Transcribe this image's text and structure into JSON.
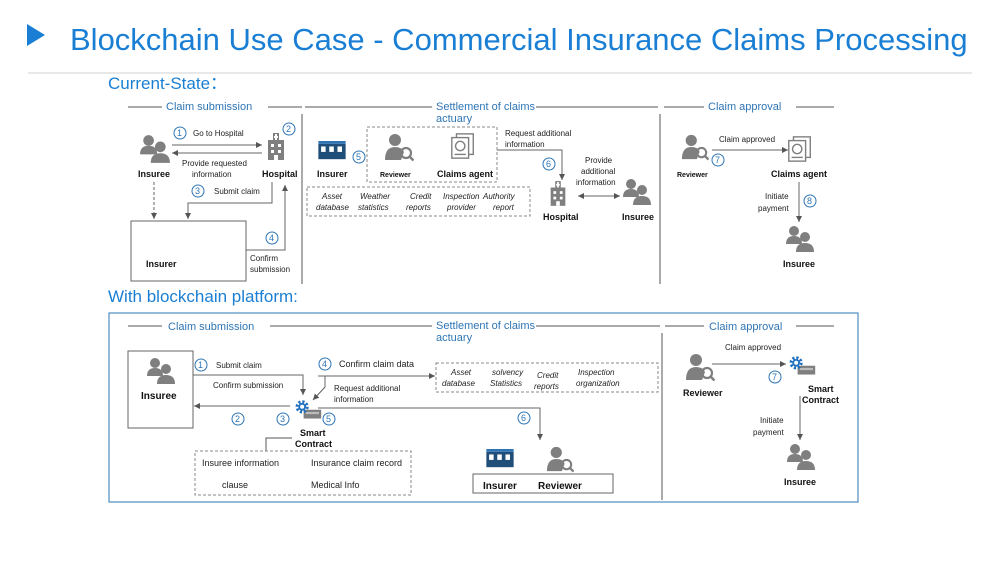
{
  "title": "Blockchain Use Case - Commercial Insurance Claims Processing",
  "current": {
    "heading": "Current-State：",
    "sections": {
      "submission": "Claim submission",
      "settlement1": "Settlement of claims",
      "settlement2": "actuary",
      "approval": "Claim approval"
    },
    "steps": {
      "s1": "Go to Hospital",
      "s1b1": "Provide requested",
      "s1b2": "information",
      "s3": "Submit claim",
      "s4a": "Confirm",
      "s4b": "submission",
      "s5a": "Request additional",
      "s5b": "information",
      "s6a": "Provide",
      "s6b": "additional",
      "s6c": "information",
      "s7": "Claim approved",
      "s8a": "Initiate",
      "s8b": "payment"
    },
    "nums": [
      "1",
      "2",
      "3",
      "4",
      "5",
      "6",
      "7",
      "8"
    ],
    "actors": {
      "insuree": "Insuree",
      "hospital": "Hospital",
      "insurer": "Insurer",
      "reviewer": "Reviewer",
      "agent": "Claims agent"
    },
    "data_items": [
      {
        "l1": "Asset",
        "l2": "database"
      },
      {
        "l1": "Weather",
        "l2": "statistics"
      },
      {
        "l1": "Credit",
        "l2": "reports"
      },
      {
        "l1": "Inspection",
        "l2": "provider"
      },
      {
        "l1": "Authority",
        "l2": "report"
      }
    ]
  },
  "blockchain": {
    "heading": "With blockchain  platform:",
    "sections": {
      "submission": "Claim submission",
      "settlement1": "Settlement of claims",
      "settlement2": "actuary",
      "approval": "Claim approval"
    },
    "steps": {
      "s1": "Submit claim",
      "s1b": "Confirm  submission",
      "s4": "Confirm claim data",
      "req1": "Request additional",
      "req2": "information",
      "s7": "Claim approved",
      "pay1": "Initiate",
      "pay2": "payment"
    },
    "nums": [
      "1",
      "2",
      "3",
      "4",
      "5",
      "6",
      "7"
    ],
    "actors": {
      "insuree": "Insuree",
      "smart1": "Smart",
      "smart2": "Contract",
      "insurer": "Insurer",
      "reviewer": "Reviewer"
    },
    "data_items": [
      {
        "l1": "Asset",
        "l2": "database"
      },
      {
        "l1": "solvency",
        "l2": "Statistics"
      },
      {
        "l1": "Credit",
        "l2": "reports"
      },
      {
        "l1": "Inspection",
        "l2": "organization"
      }
    ],
    "records": {
      "r1": "Insuree information",
      "r2": "Insurance claim record",
      "r3": "clause",
      "r4": "Medical Info"
    }
  },
  "colors": {
    "accent": "#1a7fd4",
    "section": "#2e75b6",
    "icon_gray": "#7f7f7f",
    "insurer_blue": "#1f4e79",
    "gear_blue": "#1f6fbf"
  }
}
